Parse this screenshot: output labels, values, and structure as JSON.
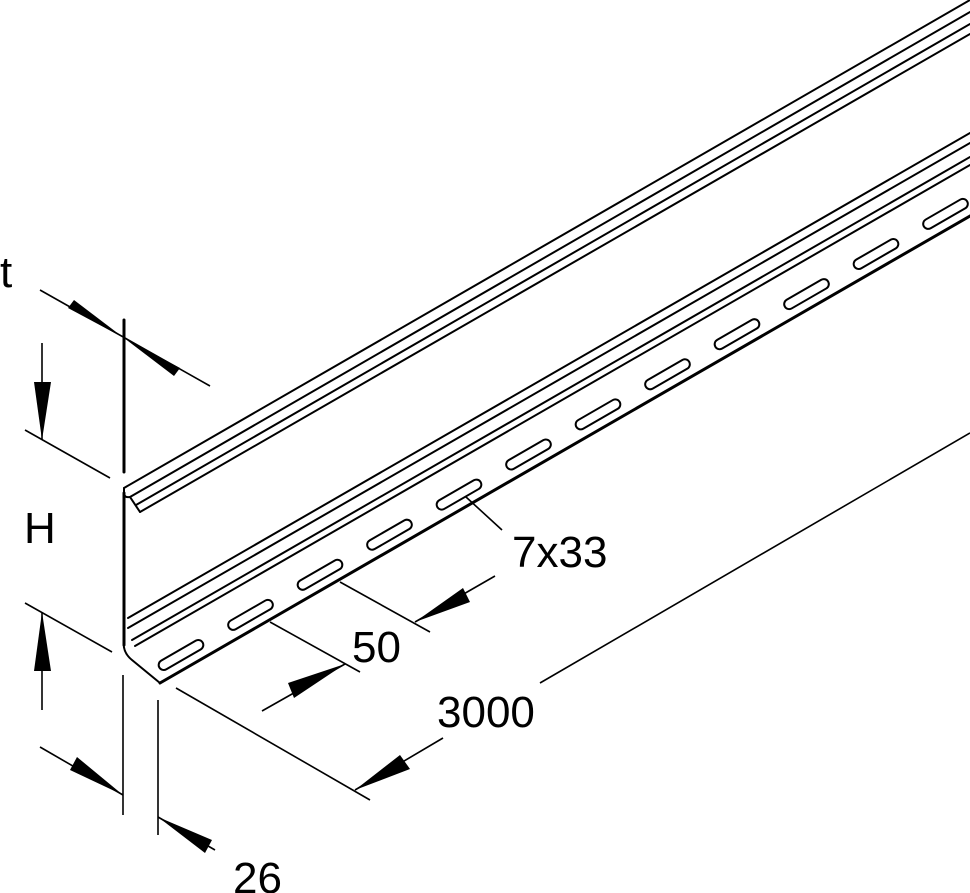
{
  "drawing": {
    "subject": "perforated steel partition strip (L-profile with bent top lip)",
    "colors": {
      "line": "#000000",
      "background": "#ffffff"
    },
    "slot_count_visible": 13
  },
  "dimensions": {
    "thickness": {
      "label": "t"
    },
    "height": {
      "label": "H"
    },
    "slot_size": {
      "label": "7x33"
    },
    "slot_pitch": {
      "label": "50"
    },
    "length": {
      "label": "3000"
    },
    "base_width": {
      "label": "26"
    }
  }
}
